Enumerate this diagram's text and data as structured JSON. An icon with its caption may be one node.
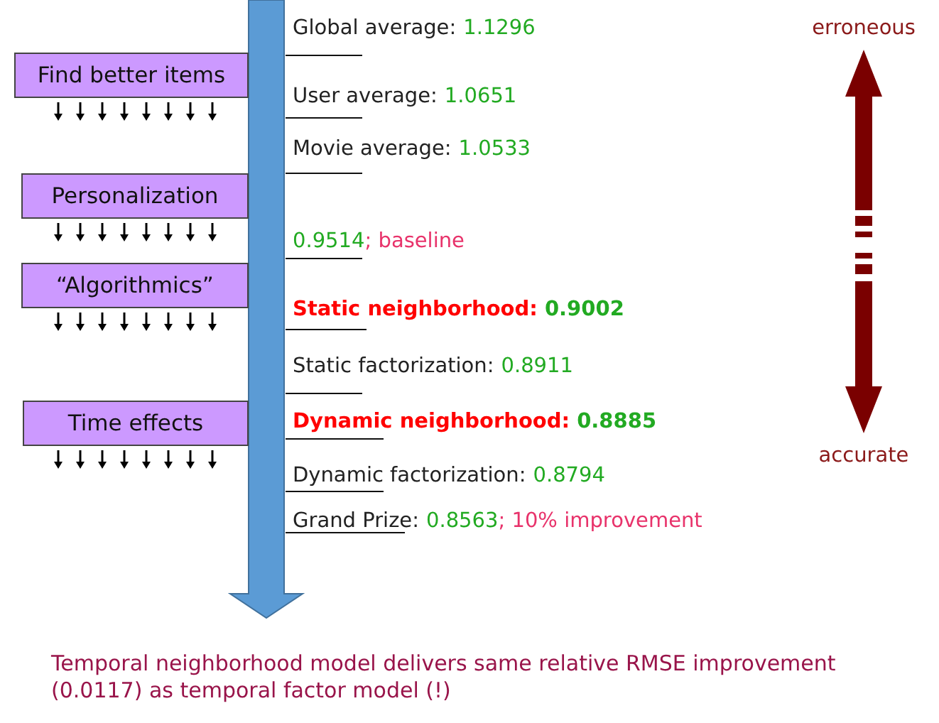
{
  "diagram": {
    "caption": "Temporal neighborhood model delivers same relative RMSE improvement (0.0117) as temporal factor model (!)",
    "nodes": [
      {
        "text": [
          "Find better items"
        ]
      },
      {
        "text": [
          "Personalization"
        ]
      },
      {
        "text": [
          "“Algorithmics”"
        ]
      },
      {
        "text": [
          "Time effects"
        ]
      }
    ],
    "labels": [
      "Global average:",
      "1.1296",
      "User average:",
      "1.0651",
      "Movie average:",
      "1.0533",
      "0.9514",
      "; baseline",
      "Static neighborhood:",
      "0.9002",
      "Static factorization:",
      "0.8911",
      "Dynamic neighborhood:",
      "0.8885",
      "Dynamic factorization:",
      "0.8794",
      "Grand Prize:",
      "0.8563",
      "; 10% improvement",
      "erroneous",
      "accurate"
    ]
  }
}
